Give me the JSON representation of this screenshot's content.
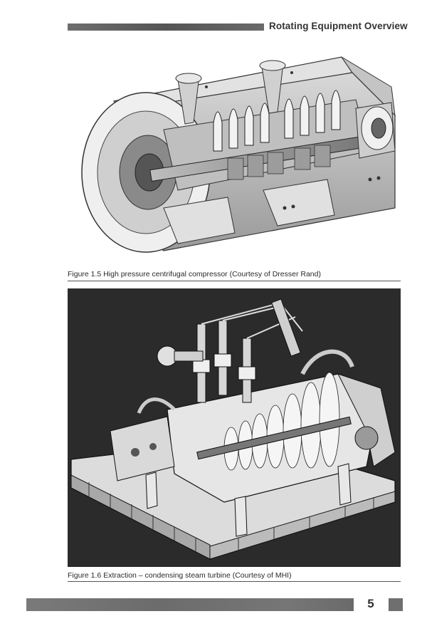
{
  "header": {
    "title": "Rotating Equipment Overview"
  },
  "figures": [
    {
      "caption": "Figure 1.5 High pressure centrifugal compressor (Courtesy of Dresser Rand)"
    },
    {
      "caption": "Figure 1.6 Extraction – condensing steam turbine (Courtesy of MHI)"
    }
  ],
  "footer": {
    "page_number": "5"
  }
}
